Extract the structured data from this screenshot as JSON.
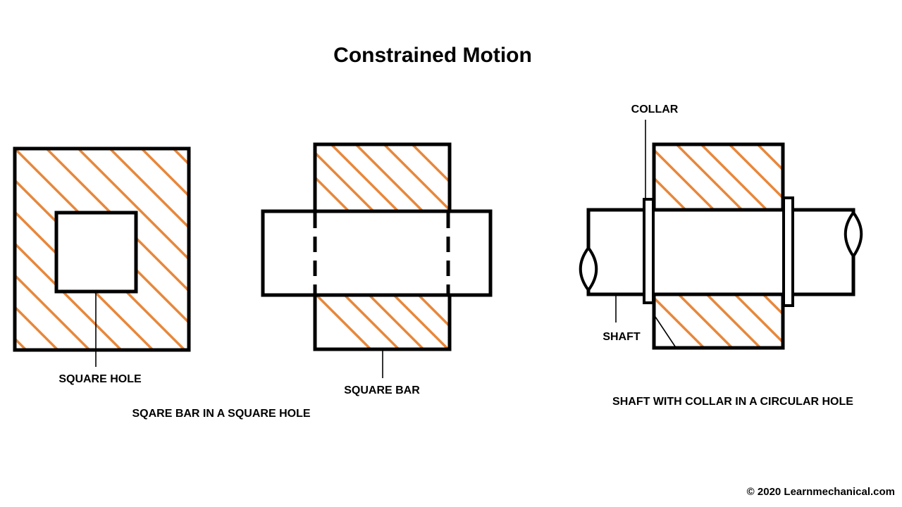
{
  "title": "Constrained Motion",
  "labels": {
    "square_hole": "SQUARE HOLE",
    "square_bar": "SQUARE BAR",
    "collar": "COLLAR",
    "shaft": "SHAFT"
  },
  "captions": {
    "square_bar_in_square_hole": "SQARE BAR IN A SQUARE HOLE",
    "shaft_with_collar": "SHAFT WITH COLLAR IN A CIRCULAR HOLE"
  },
  "copyright": "© 2020 Learnmechanical.com",
  "colors": {
    "hatch": "#E8873A",
    "outline": "#000000",
    "background": "#FFFFFF"
  }
}
